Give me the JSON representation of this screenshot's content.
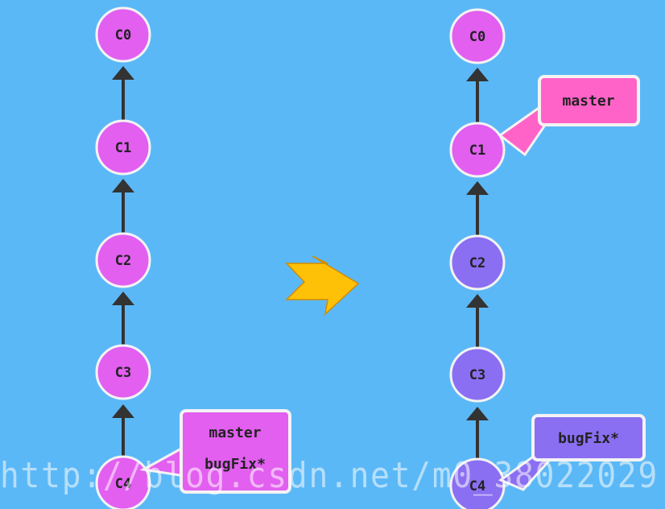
{
  "colors": {
    "background": "#5bb8f7",
    "commit_pink": "#e25ff0",
    "commit_purple": "#8a6ff2",
    "tag_pink": "#ff63c8",
    "tag_magenta": "#e25ff0",
    "tag_purple": "#8a6ff2",
    "transition_arrow": "#ffc107",
    "edge": "#333333"
  },
  "before": {
    "commits": [
      "C0",
      "C1",
      "C2",
      "C3",
      "C4"
    ],
    "tag": {
      "lines": [
        "master",
        "bugFix*"
      ]
    }
  },
  "transition_icon": "chevron-right-arrow-icon",
  "after": {
    "commits": [
      "C0",
      "C1",
      "C2",
      "C3",
      "C4"
    ],
    "master_tag": "master",
    "bugfix_tag": "bugFix*"
  },
  "watermark": "http://blog.csdn.net/m0_38022029"
}
